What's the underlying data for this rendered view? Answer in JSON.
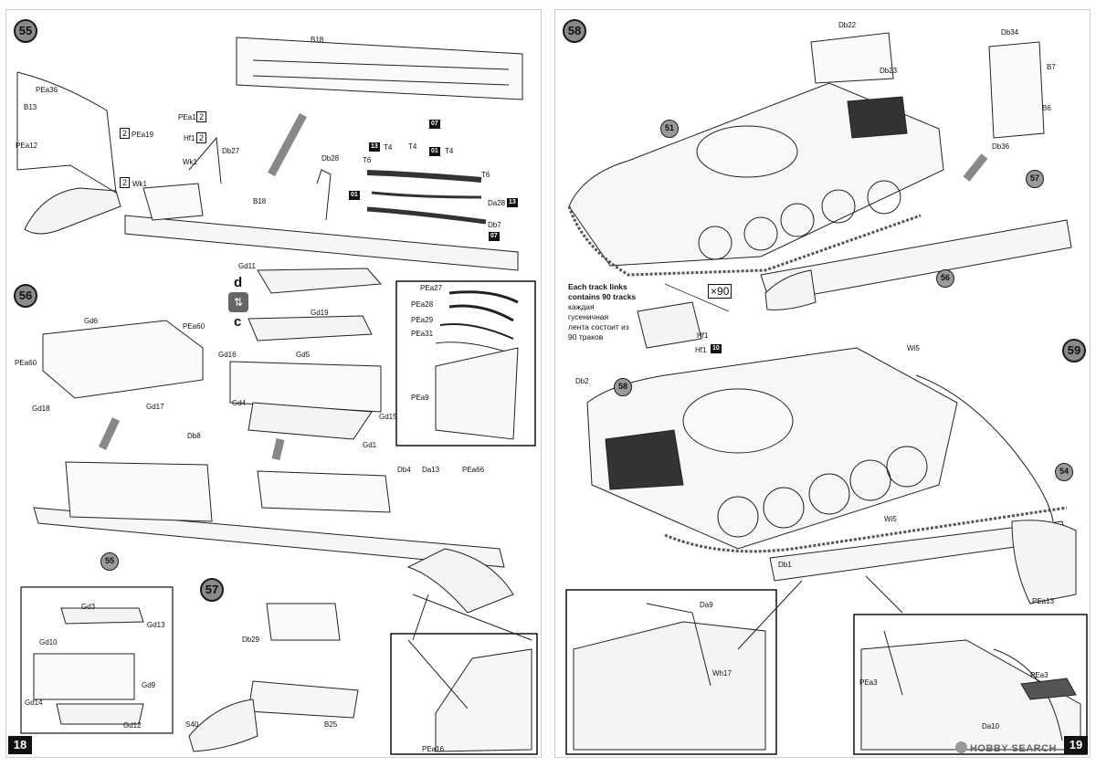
{
  "left_page": {
    "page_number": "18",
    "steps": {
      "s55": "55",
      "s56": "56",
      "s57": "57"
    },
    "step55_labels": {
      "PEa36": "PEa36",
      "B13": "B13",
      "PEa12": "PEa12",
      "PEa19a": "PEa19",
      "PEa19b": "PEa19",
      "Hf1": "Hf1",
      "Wk1a": "Wk1",
      "Wk1b": "Wk1",
      "Db27": "Db27",
      "B18top": "B18",
      "B18": "B18",
      "Db28": "Db28",
      "T6a": "T6",
      "T6b": "T6",
      "T4a": "T4",
      "T4b": "T4",
      "T4c": "T4",
      "Da28": "Da28",
      "Db7": "Db7",
      "qty1": "2",
      "qty2": "2",
      "qty3": "2",
      "qty4": "2",
      "sprue13a": "13",
      "sprue01a": "01",
      "sprue01b": "01",
      "sprue07a": "07",
      "sprue13b": "13",
      "sprue07b": "07"
    },
    "step56_labels": {
      "Gd6": "Gd6",
      "PEa60a": "PEa60",
      "PEa60b": "PEa60",
      "Gd18": "Gd18",
      "Gd17": "Gd17",
      "Gd11": "Gd11",
      "Gd19": "Gd19",
      "Gd16": "Gd16",
      "Gd5": "Gd5",
      "Gd4": "Gd4",
      "Gd15": "Gd15",
      "Gd1": "Gd1",
      "d": "d",
      "c": "c",
      "PEa27": "PEa27",
      "PEa28": "PEa28",
      "PEa29": "PEa29",
      "PEa31": "PEa31",
      "PEa9": "PEa9",
      "Db8": "Db8",
      "Db4": "Db4",
      "Da13": "Da13",
      "PEa66": "PEa66",
      "ref55": "55"
    },
    "step57_labels": {
      "Gd3": "Gd3",
      "Gd13": "Gd13",
      "Gd10": "Gd10",
      "Gd9": "Gd9",
      "Gd14": "Gd14",
      "Gd12": "Gd12",
      "Db29": "Db29",
      "S40": "S40",
      "B25": "B25",
      "PEa16": "PEa16"
    }
  },
  "right_page": {
    "page_number": "19",
    "steps": {
      "s58": "58",
      "s59": "59"
    },
    "step58_labels": {
      "Db22": "Db22",
      "Db23": "Db23",
      "Db34": "Db34",
      "B7": "B7",
      "B6": "B6",
      "Db36": "Db36",
      "ref51": "51",
      "ref57": "57",
      "ref56": "56",
      "track_qty": "90",
      "Hf1a": "Hf1",
      "Hf1b": "Hf1",
      "sprue10": "10"
    },
    "track_note": {
      "line1": "Each track links",
      "line2": "contains 90 tracks",
      "line3": "каждая",
      "line4": "гусеничная",
      "line5": "лента состоит из",
      "line6": "90 траков"
    },
    "step59_labels": {
      "Db2": "Db2",
      "ref58": "58",
      "Wi5a": "Wi5",
      "Wi5b": "Wi5",
      "ref54": "54",
      "Db1": "Db1",
      "PEa13": "PEa13",
      "Da9": "Da9",
      "Wh17": "Wh17",
      "PEa3a": "PEa3",
      "PEa3b": "PEa3",
      "Da10": "Da10"
    },
    "watermark": "HOBBY SEARCH"
  }
}
